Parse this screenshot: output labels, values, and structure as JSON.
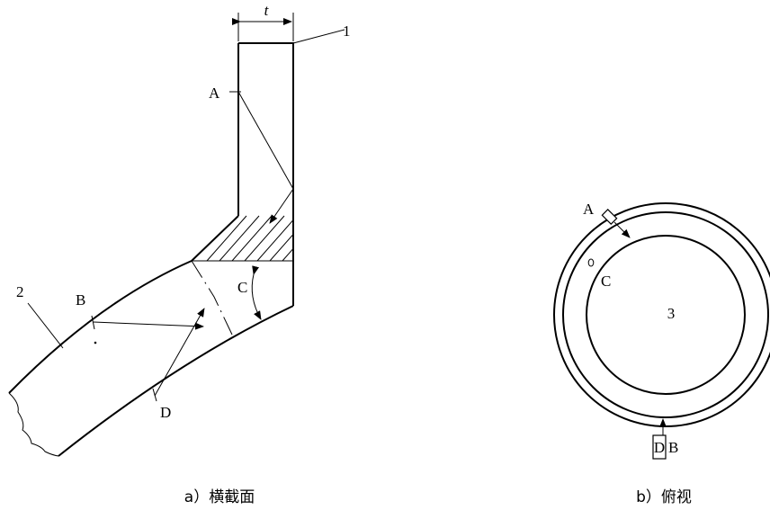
{
  "figure_a": {
    "dimension_label": "t",
    "label_1": "1",
    "label_2": "2",
    "label_A": "A",
    "label_B": "B",
    "label_C": "C",
    "label_D": "D",
    "caption": "a）横截面"
  },
  "figure_b": {
    "label_A": "A",
    "label_C": "C",
    "label_3": "3",
    "label_D": "D",
    "label_B": "B",
    "caption": "b）俯视"
  }
}
